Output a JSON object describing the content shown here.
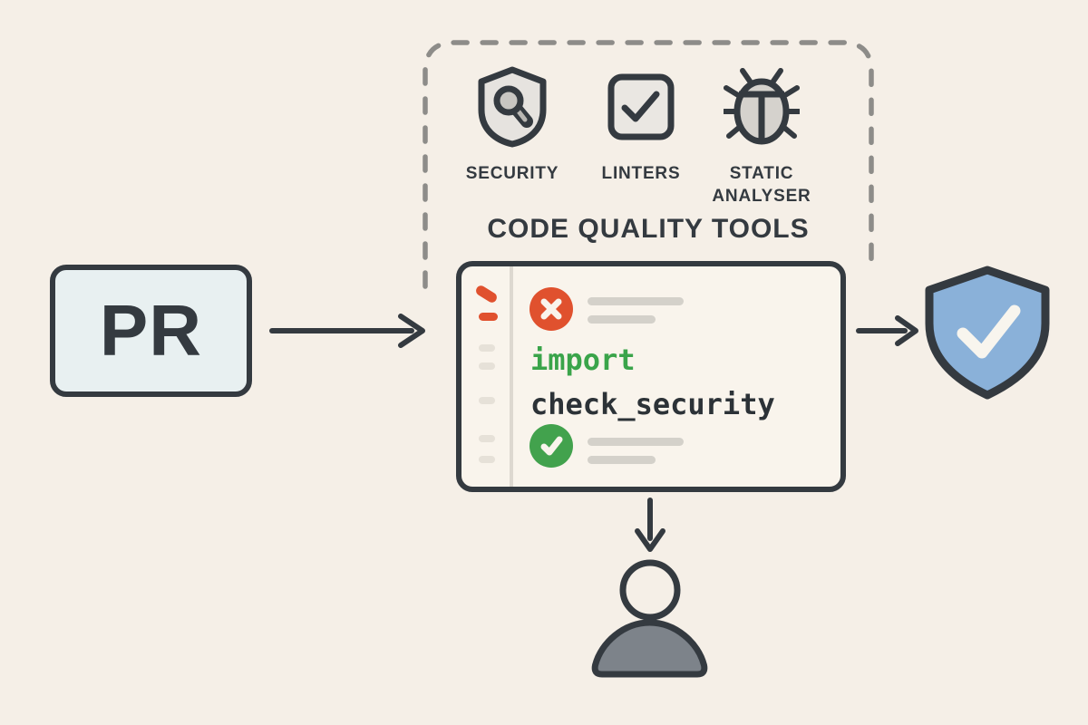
{
  "page": {
    "background": "#f5efe7",
    "outline_color": "#343a40"
  },
  "pr_node": {
    "label": "PR",
    "fill": "#e8f0f1"
  },
  "quality_panel": {
    "title": "CODE QUALITY TOOLS",
    "dash_color": "#8d8c89",
    "tools": [
      {
        "label": "SECURITY",
        "icon": "shield-magnifier-icon"
      },
      {
        "label": "LINTERS",
        "icon": "checkbox-check-icon"
      },
      {
        "label": "STATIC ANALYSER",
        "icon": "bug-icon"
      }
    ]
  },
  "editor": {
    "background": "#f9f4ec",
    "error_color": "#e0512e",
    "success_color": "#42a24d",
    "redacted_line_color": "#d4d1ca",
    "code_lines": [
      {
        "text": "import",
        "color": "#3aa44a"
      },
      {
        "text": "check_security",
        "color": "#2c3237"
      }
    ]
  },
  "result_shield": {
    "icon": "shield-check-icon",
    "fill": "#8ab1d9",
    "check_color": "#f8f5ee"
  },
  "reviewer": {
    "icon": "person-icon",
    "body_fill": "#7d838a"
  }
}
